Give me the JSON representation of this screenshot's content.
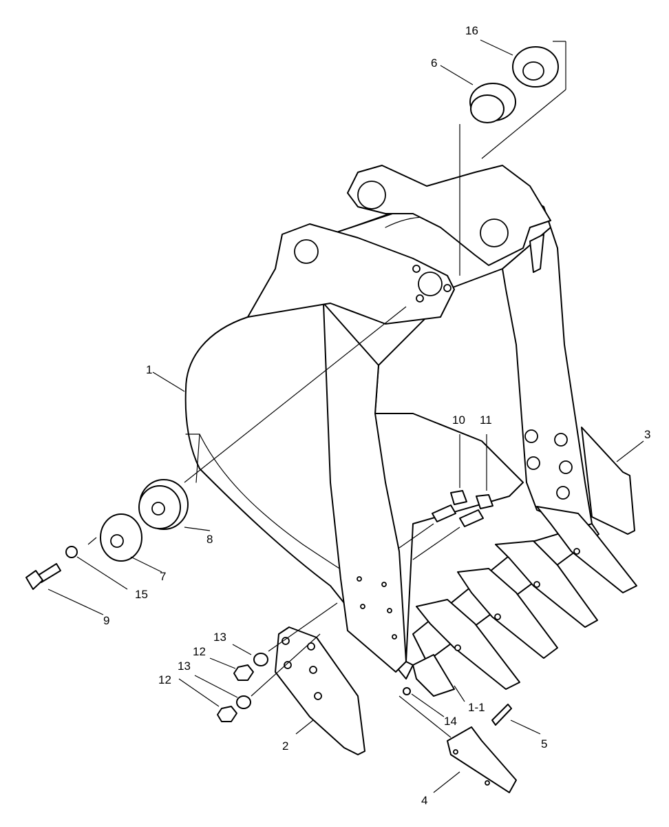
{
  "diagram": {
    "labels": {
      "l1": "1",
      "l1_1": "1-1",
      "l2": "2",
      "l3": "3",
      "l4": "4",
      "l5": "5",
      "l6": "6",
      "l7": "7",
      "l8": "8",
      "l9": "9",
      "l10": "10",
      "l11": "11",
      "l12a": "12",
      "l12b": "12",
      "l13a": "13",
      "l13b": "13",
      "l14": "14",
      "l15": "15",
      "l16": "16"
    }
  }
}
